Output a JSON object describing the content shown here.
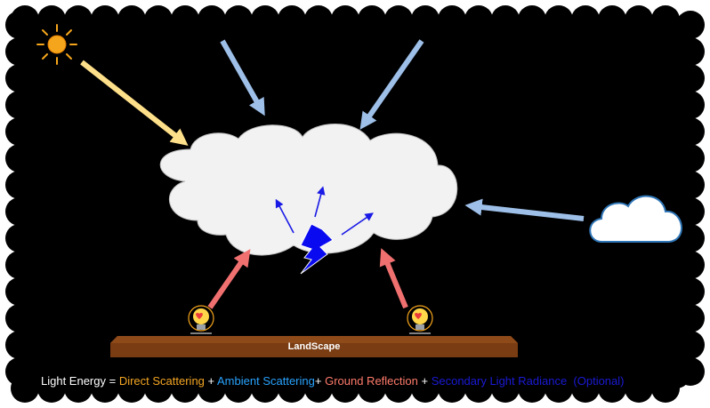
{
  "diagram": {
    "landscape_label": "LandScape",
    "equation": {
      "lead": "Light Energy = ",
      "direct": "Direct Scattering",
      "plus1": " + ",
      "ambient": "Ambient Scattering",
      "plus2": "+ ",
      "ground": "Ground Reflection",
      "plus3": " + ",
      "secondary": "Secondary Light Radiance",
      "optional": "  (Optional)"
    },
    "colors": {
      "background": "#000000",
      "frame": "#ffffff",
      "cloud": "#f2f2f2",
      "sun": "#f5a51b",
      "direct_arrow": "#ffe08a",
      "ambient_arrow": "#9dbfe8",
      "ground_arrow": "#f07070",
      "secondary_arrow": "#1a1ae6",
      "landscape": "#7a3c12",
      "text_white": "#ffffff",
      "text_direct": "#f5a623",
      "text_ambient": "#29a3ff",
      "text_ground": "#ff7b6b",
      "text_secondary": "#1a1ad6"
    },
    "icons": [
      "sun-icon",
      "cloud-icon",
      "lightbulb-icon",
      "lightning-icon"
    ]
  }
}
